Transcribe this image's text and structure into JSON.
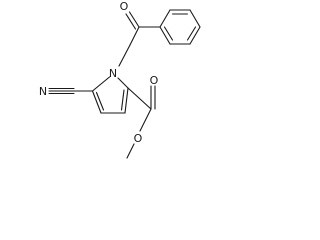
{
  "molecule": {
    "atoms": {
      "n_ring": "N",
      "n_nitrile": "N",
      "o_ketone": "O",
      "o_ester_carbonyl": "O",
      "o_ester_ether": "O"
    }
  }
}
